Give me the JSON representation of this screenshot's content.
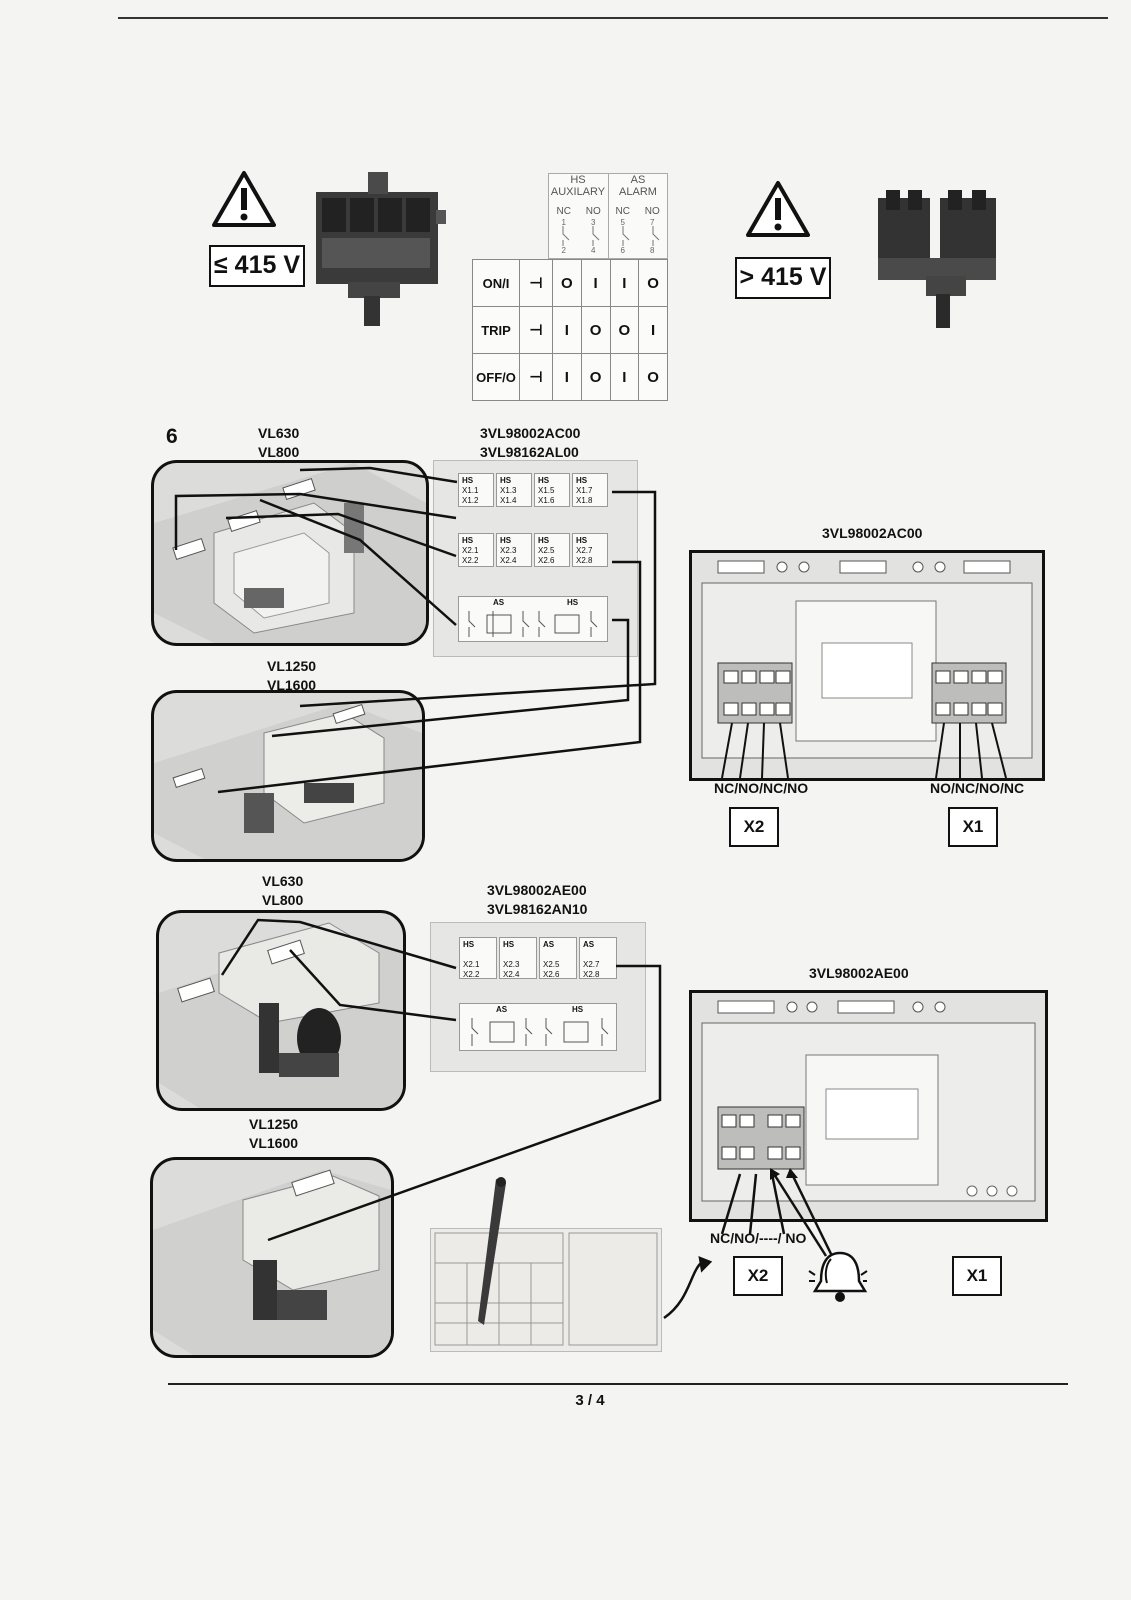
{
  "page": {
    "number": "3 / 4",
    "step": "6"
  },
  "top": {
    "left_voltage": "≤ 415 V",
    "right_voltage": "> 415 V",
    "table": {
      "header_hs": "HS",
      "header_hs_sub": "AUXILARY",
      "header_as": "AS",
      "header_as_sub": "ALARM",
      "contacts": [
        "NC",
        "NO",
        "NC",
        "NO"
      ],
      "terminals_top": [
        "1",
        "3",
        "5",
        "7"
      ],
      "terminals_bottom": [
        "2",
        "4",
        "6",
        "8"
      ],
      "rows": [
        {
          "label": "ON/I",
          "values": [
            "O",
            "I",
            "I",
            "O"
          ]
        },
        {
          "label": "TRIP",
          "values": [
            "I",
            "O",
            "O",
            "I"
          ]
        },
        {
          "label": "OFF/O",
          "values": [
            "I",
            "O",
            "I",
            "O"
          ]
        }
      ]
    }
  },
  "section1": {
    "model_a": "VL630",
    "model_b": "VL800",
    "model_c": "VL1250",
    "model_d": "VL1600",
    "part1": "3VL98002AC00",
    "part2": "3VL98162AL00",
    "label_rows": [
      {
        "headers": [
          "HS",
          "HS",
          "HS",
          "HS"
        ],
        "terms": [
          [
            "X1.1",
            "X1.2"
          ],
          [
            "X1.3",
            "X1.4"
          ],
          [
            "X1.5",
            "X1.6"
          ],
          [
            "X1.7",
            "X1.8"
          ]
        ]
      },
      {
        "headers": [
          "HS",
          "HS",
          "HS",
          "HS"
        ],
        "terms": [
          [
            "X2.1",
            "X2.2"
          ],
          [
            "X2.3",
            "X2.4"
          ],
          [
            "X2.5",
            "X2.6"
          ],
          [
            "X2.7",
            "X2.8"
          ]
        ]
      }
    ],
    "schematic_left": "AS",
    "schematic_right": "HS",
    "panel_title": "3VL98002AC00",
    "wire_left": "NC/NO/NC/NO",
    "wire_right": "NO/NC/NO/NC",
    "box_left": "X2",
    "box_right": "X1"
  },
  "section2": {
    "model_a": "VL630",
    "model_b": "VL800",
    "model_c": "VL1250",
    "model_d": "VL1600",
    "part1": "3VL98002AE00",
    "part2": "3VL98162AN10",
    "label_row": {
      "headers": [
        "HS",
        "HS",
        "AS",
        "AS"
      ],
      "terms": [
        [
          "X2.1",
          "X2.2"
        ],
        [
          "X2.3",
          "X2.4"
        ],
        [
          "X2.5",
          "X2.6"
        ],
        [
          "X2.7",
          "X2.8"
        ]
      ]
    },
    "schematic_left": "AS",
    "schematic_right": "HS",
    "panel_title": "3VL98002AE00",
    "wire_label": "NC/NO/----/ NO",
    "box_left": "X2",
    "box_right": "X1"
  }
}
